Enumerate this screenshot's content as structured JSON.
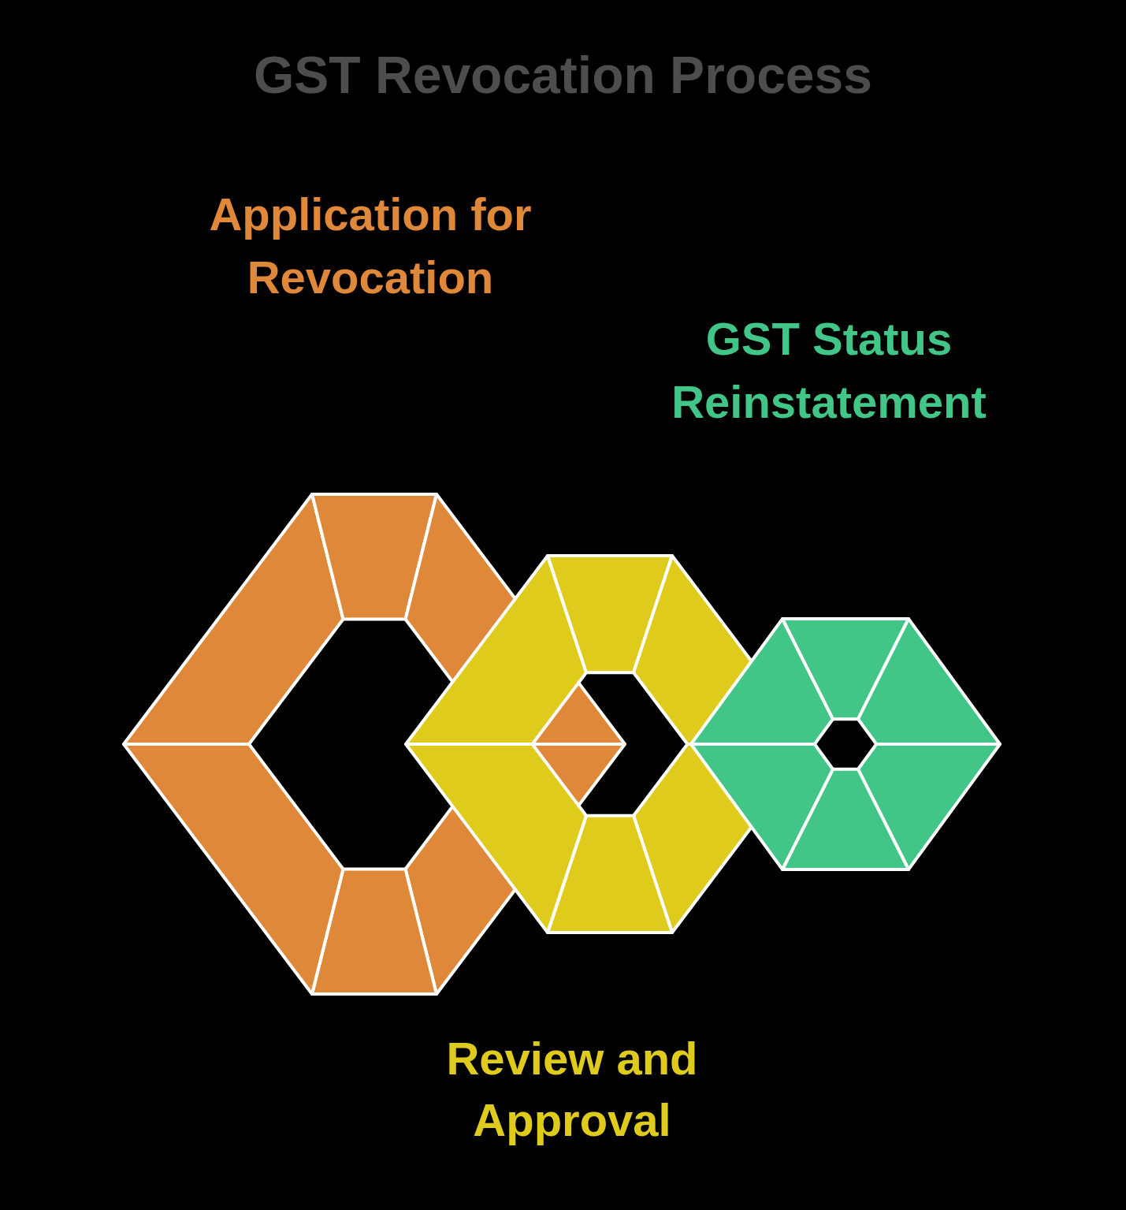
{
  "diagram": {
    "title": "GST Revocation Process",
    "labels": [
      "Application for Revocation",
      "GST Status Reinstatement",
      "Review and Approval"
    ]
  }
}
